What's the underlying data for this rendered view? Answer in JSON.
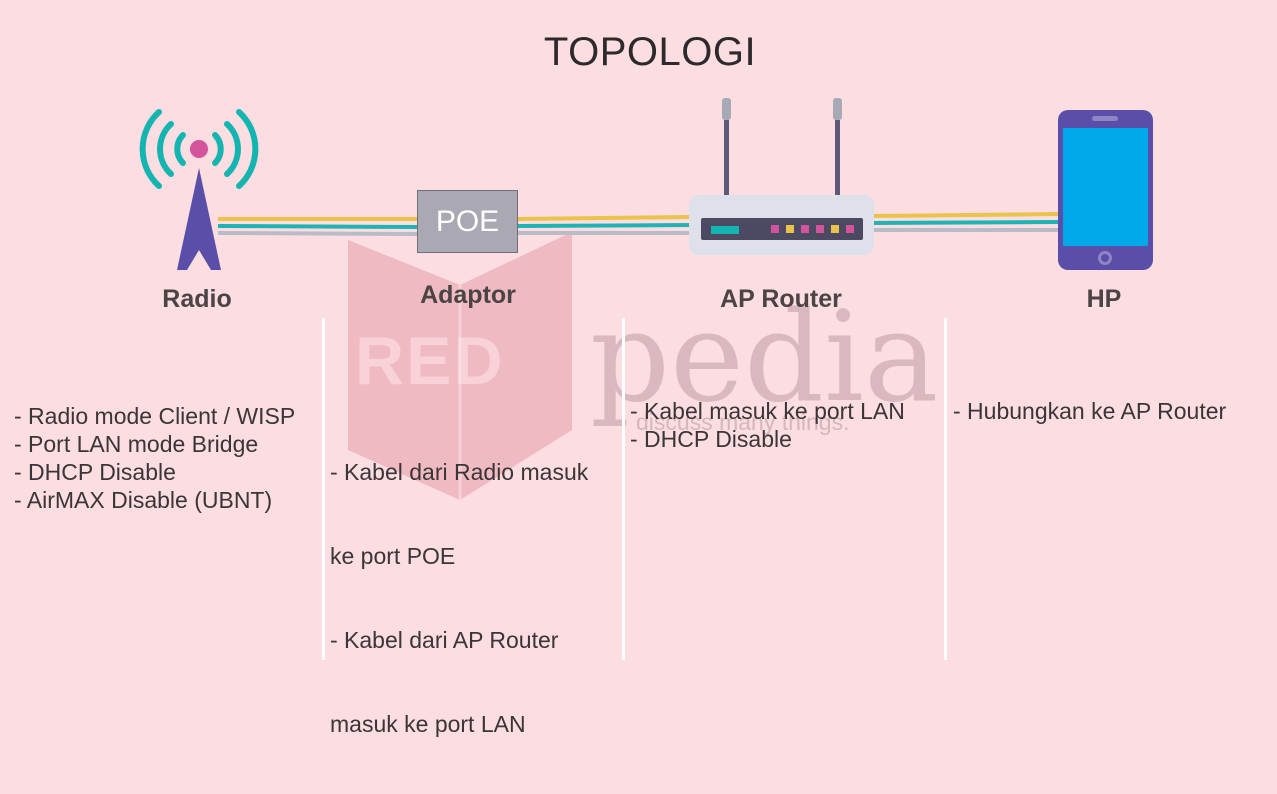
{
  "title": "TOPOLOGI",
  "watermark": {
    "brand_red": "RED",
    "brand_word": "pedia",
    "tagline": "discuss many things."
  },
  "devices": {
    "radio": {
      "label": "Radio",
      "icon": "radio-tower-icon"
    },
    "adaptor": {
      "label": "Adaptor",
      "box_text": "POE",
      "icon": "poe-adaptor-icon"
    },
    "router": {
      "label": "AP Router",
      "icon": "wifi-router-icon"
    },
    "hp": {
      "label": "HP",
      "icon": "smartphone-icon"
    }
  },
  "columns": [
    {
      "lines": [
        "- Radio mode Client / WISP",
        "- Port LAN mode Bridge",
        "- DHCP Disable",
        "- AirMAX Disable (UBNT)"
      ]
    },
    {
      "lines": [
        "- Kabel dari Radio masuk",
        "  ke port POE",
        "- Kabel dari AP Router",
        "  masuk ke port LAN"
      ]
    },
    {
      "lines": [
        "- Kabel masuk ke port LAN",
        "- DHCP Disable"
      ]
    },
    {
      "lines": [
        "- Hubungkan ke AP Router"
      ]
    }
  ],
  "colors": {
    "background": "#fcdde1",
    "cable_yellow": "#e9c34a",
    "cable_teal": "#1fb3b3",
    "cable_gray": "#b9bcc7",
    "device_purple": "#5a4fa8",
    "antenna_teal": "#14b5b0",
    "screen_blue": "#00a9ea"
  }
}
